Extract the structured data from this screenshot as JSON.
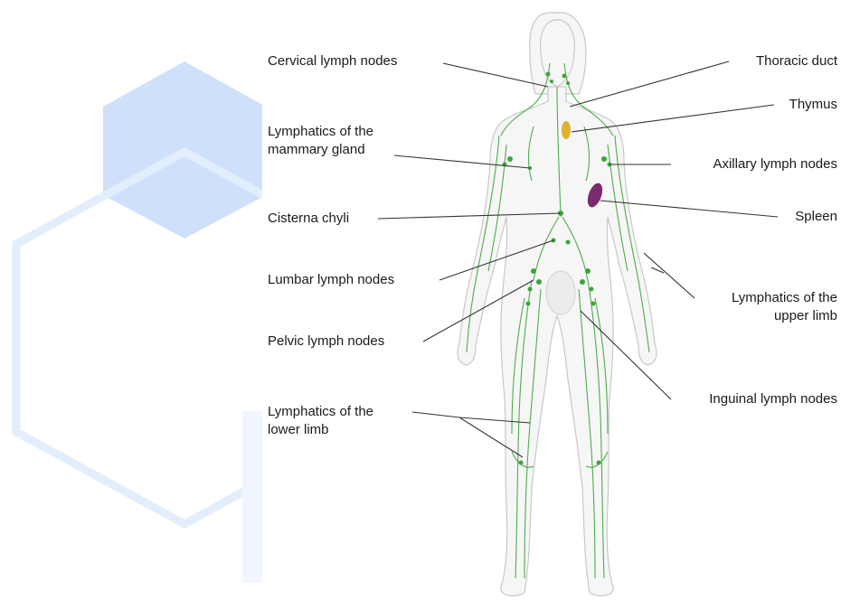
{
  "colors": {
    "background": "#ffffff",
    "hexagon_fill": "#cfe0fb",
    "hexagon_outline": "#e3eefc",
    "body_outline": "#c8c8c8",
    "lymph_green": "#3aa63a",
    "thymus": "#e0b030",
    "spleen": "#7a2a6e",
    "leader_line": "#333333",
    "label_text": "#1a1a1a"
  },
  "labels": {
    "cervical_lymph_nodes": "Cervical lymph nodes",
    "lymphatics_mammary_line1": "Lymphatics of the",
    "lymphatics_mammary_line2": "mammary gland",
    "cisterna_chyli": "Cisterna chyli",
    "lumbar_lymph_nodes": "Lumbar lymph nodes",
    "pelvic_lymph_nodes": "Pelvic lymph nodes",
    "lymphatics_lower_line1": "Lymphatics of the",
    "lymphatics_lower_line2": "lower limb",
    "thoracic_duct": "Thoracic duct",
    "thymus": "Thymus",
    "axillary_lymph_nodes": "Axillary lymph nodes",
    "spleen": "Spleen",
    "lymphatics_upper_line1": "Lymphatics of the",
    "lymphatics_upper_line2": "upper limb",
    "inguinal_lymph_nodes": "Inguinal lymph nodes"
  }
}
